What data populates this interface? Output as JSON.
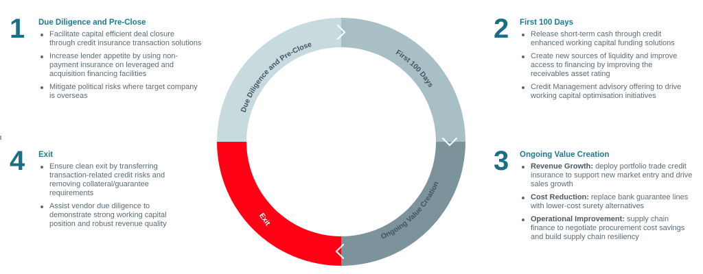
{
  "colors": {
    "accent_teal": "#1a6f84",
    "title_teal": "#1c7a90",
    "body_text": "#5b6b74",
    "segment_due_diligence": "#c7dade",
    "segment_first_100": "#a8bfc5",
    "segment_ongoing": "#7c939b",
    "segment_exit": "#ff0015",
    "ring_label_dark": "#3f5563",
    "ring_label_light": "#ffffff",
    "chevron": "#ffffff"
  },
  "cycle": {
    "segments": [
      {
        "label": "Due Diligence and Pre-Close",
        "position": "top-left"
      },
      {
        "label": "First 100 Days",
        "position": "top-right"
      },
      {
        "label": "Ongoing Value Creation",
        "position": "bottom-right"
      },
      {
        "label": "Exit",
        "position": "bottom-left"
      }
    ],
    "chevrons": [
      "chevron-right",
      "chevron-down",
      "chevron-left"
    ]
  },
  "steps": [
    {
      "number": "1",
      "title": "Due Diligence and Pre-Close",
      "bullets": [
        {
          "bold": "",
          "text": "Facilitate capital efficient deal closure through credit insurance transaction solutions"
        },
        {
          "bold": "",
          "text": "Increase lender appetite by using non-payment insurance on leveraged and acquisition financing facilities"
        },
        {
          "bold": "",
          "text": "Mitigate political risks where target company is overseas"
        }
      ]
    },
    {
      "number": "2",
      "title": "First 100 Days",
      "bullets": [
        {
          "bold": "",
          "text": "Release short-term cash through credit enhanced working capital funding solutions"
        },
        {
          "bold": "",
          "text": "Create new sources of liquidity and improve access to financing by improving the receivables asset rating"
        },
        {
          "bold": "",
          "text": "Credit Management advisory offering to drive working capital optimisation initiatives"
        }
      ]
    },
    {
      "number": "3",
      "title": "Ongoing Value Creation",
      "bullets": [
        {
          "bold": "Revenue Growth:",
          "text": " deploy portfolio trade credit insurance to support new market entry and drive sales growth"
        },
        {
          "bold": "Cost Reduction:",
          "text": " replace bank guarantee lines with lower-cost surety alternatives"
        },
        {
          "bold": "Operational Improvement:",
          "text": " supply chain finance to negotiate procurement cost savings and build supply chain resiliency"
        }
      ]
    },
    {
      "number": "4",
      "title": "Exit",
      "bullets": [
        {
          "bold": "",
          "text": "Ensure clean exit by transferring transaction-related credit risks and removing collateral/guarantee requirements"
        },
        {
          "bold": "",
          "text": "Assist vendor due diligence to demonstrate strong working capital position and robust revenue quality"
        }
      ]
    }
  ]
}
